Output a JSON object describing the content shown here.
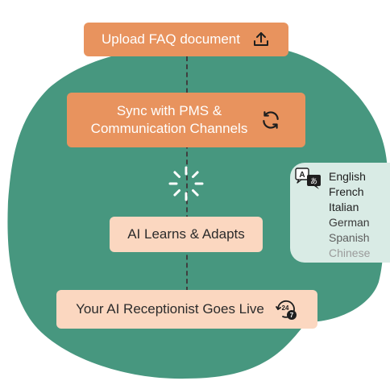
{
  "steps": [
    {
      "label": "Upload FAQ document",
      "icon": "upload-icon"
    },
    {
      "label_line1": "Sync with PMS &",
      "label_line2": "Communication Channels",
      "icon": "sync-icon"
    },
    {
      "label": "AI Learns & Adapts",
      "icon": "loading-spinner-icon"
    },
    {
      "label": "Your AI Receptionist Goes Live",
      "icon": "24-7-icon",
      "badge_top": "24",
      "badge_bottom": "7"
    }
  ],
  "languages": {
    "icon": "translate-icon",
    "items": [
      {
        "label": "English",
        "color": "#1e1e1e"
      },
      {
        "label": "French",
        "color": "#1e1e1e"
      },
      {
        "label": "Italian",
        "color": "#1e1e1e"
      },
      {
        "label": "German",
        "color": "#3a3a3a"
      },
      {
        "label": "Spanish",
        "color": "#5e5e5e"
      },
      {
        "label": "Chinese",
        "color": "#9b9b9b"
      }
    ]
  },
  "colors": {
    "blob": "#47977f",
    "step_dark": "#e8935e",
    "step_light": "#fbd7c0",
    "panel": "#d9ebe5"
  }
}
